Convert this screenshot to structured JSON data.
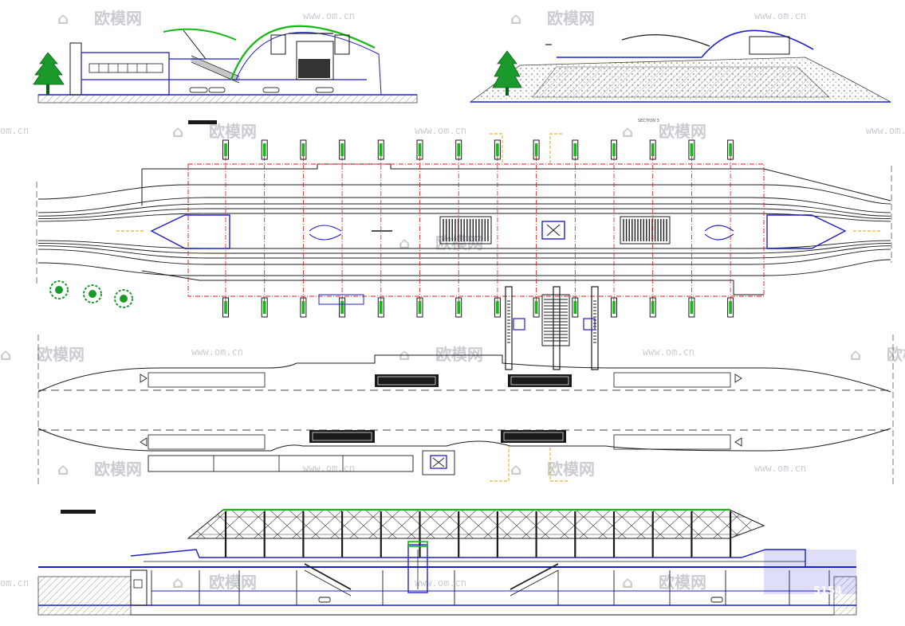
{
  "drawing": {
    "section_label": "SECTION 3",
    "watermark": {
      "brand": "欧模网",
      "url": "www.om.cn",
      "domain": "om.cn"
    },
    "stamp": {
      "text": "5154"
    },
    "colors": {
      "structure": "#1f1fcf",
      "outline": "#1a1a1a",
      "grid": "#e01818",
      "green": "#16b816",
      "trees": "#1a9a2a",
      "hatch": "#9a9a9a",
      "dims": "#e0a000"
    }
  }
}
